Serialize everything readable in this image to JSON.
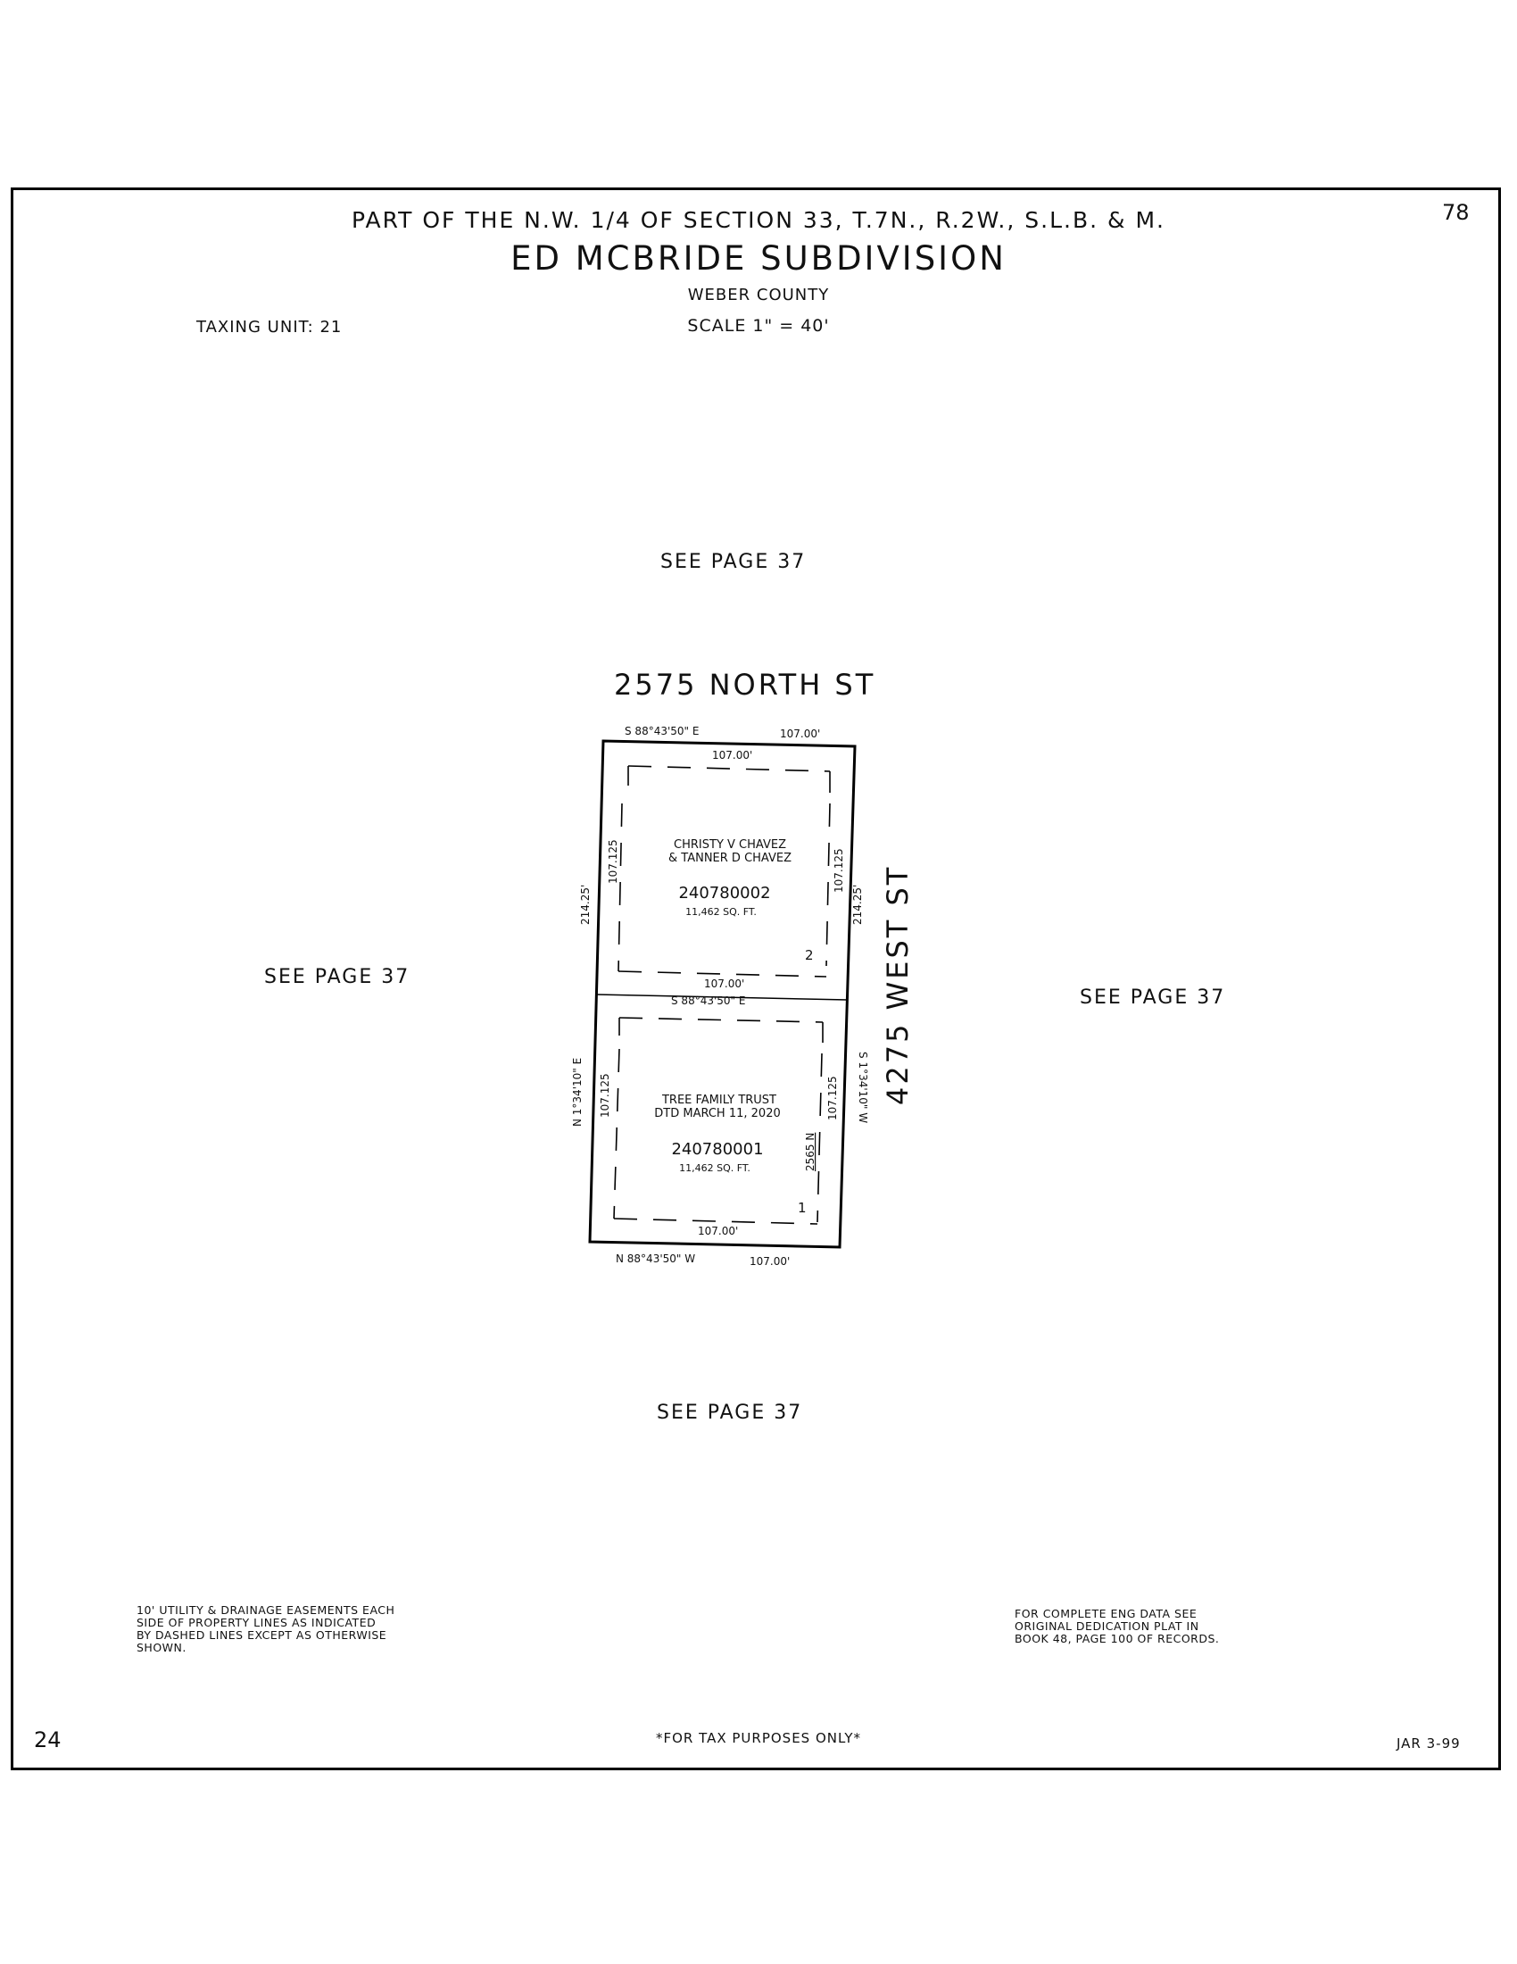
{
  "header": {
    "location": "PART OF THE N.W. 1/4 OF SECTION 33, T.7N., R.2W., S.L.B. & M.",
    "title": "ED MCBRIDE SUBDIVISION",
    "county": "WEBER COUNTY",
    "scale": "SCALE 1\" = 40'",
    "taxing_unit": "TAXING UNIT: 21",
    "page_number": "78"
  },
  "adjacent": {
    "north": "SEE PAGE 37",
    "west": "SEE PAGE 37",
    "east": "SEE PAGE 37",
    "south": "SEE PAGE 37"
  },
  "streets": {
    "north": "2575 NORTH ST",
    "east": "4275 WEST ST"
  },
  "boundary": {
    "north_bearing": "S 88°43'50\" E",
    "north_distance": "107.00'",
    "south_bearing": "N 88°43'50\" W",
    "south_distance": "107.00'",
    "west_bearing": "N 1°34'10\" E",
    "east_bearing": "S 1°34'10\" W",
    "side_distance_upper": "214.25'",
    "mid_bearing": "S 88°43'50\" E"
  },
  "lots": [
    {
      "lot_number": "2",
      "owner_line1": "CHRISTY V CHAVEZ",
      "owner_line2": "& TANNER D CHAVEZ",
      "parcel_id": "240780002",
      "area": "11,462 SQ. FT.",
      "top_dim": "107.00'",
      "bottom_dim": "107.00'",
      "left_dim": "107.125",
      "right_dim": "107.125",
      "address": ""
    },
    {
      "lot_number": "1",
      "owner_line1": "TREE FAMILY TRUST",
      "owner_line2": "DTD MARCH 11, 2020",
      "parcel_id": "240780001",
      "area": "11,462 SQ. FT.",
      "top_dim": "",
      "bottom_dim": "107.00'",
      "left_dim": "107.125",
      "right_dim": "107.125",
      "address": "2565 N"
    }
  ],
  "notes": {
    "easement": "10' UTILITY & DRAINAGE EASEMENTS EACH\nSIDE OF PROPERTY LINES AS INDICATED\nBY DASHED LINES EXCEPT AS OTHERWISE\nSHOWN.",
    "eng_data": "FOR COMPLETE ENG DATA SEE\nORIGINAL DEDICATION PLAT IN\nBOOK 48, PAGE 100 OF RECORDS."
  },
  "footer": {
    "left": "24",
    "center": "*FOR TAX PURPOSES ONLY*",
    "right": "JAR 3-99"
  }
}
